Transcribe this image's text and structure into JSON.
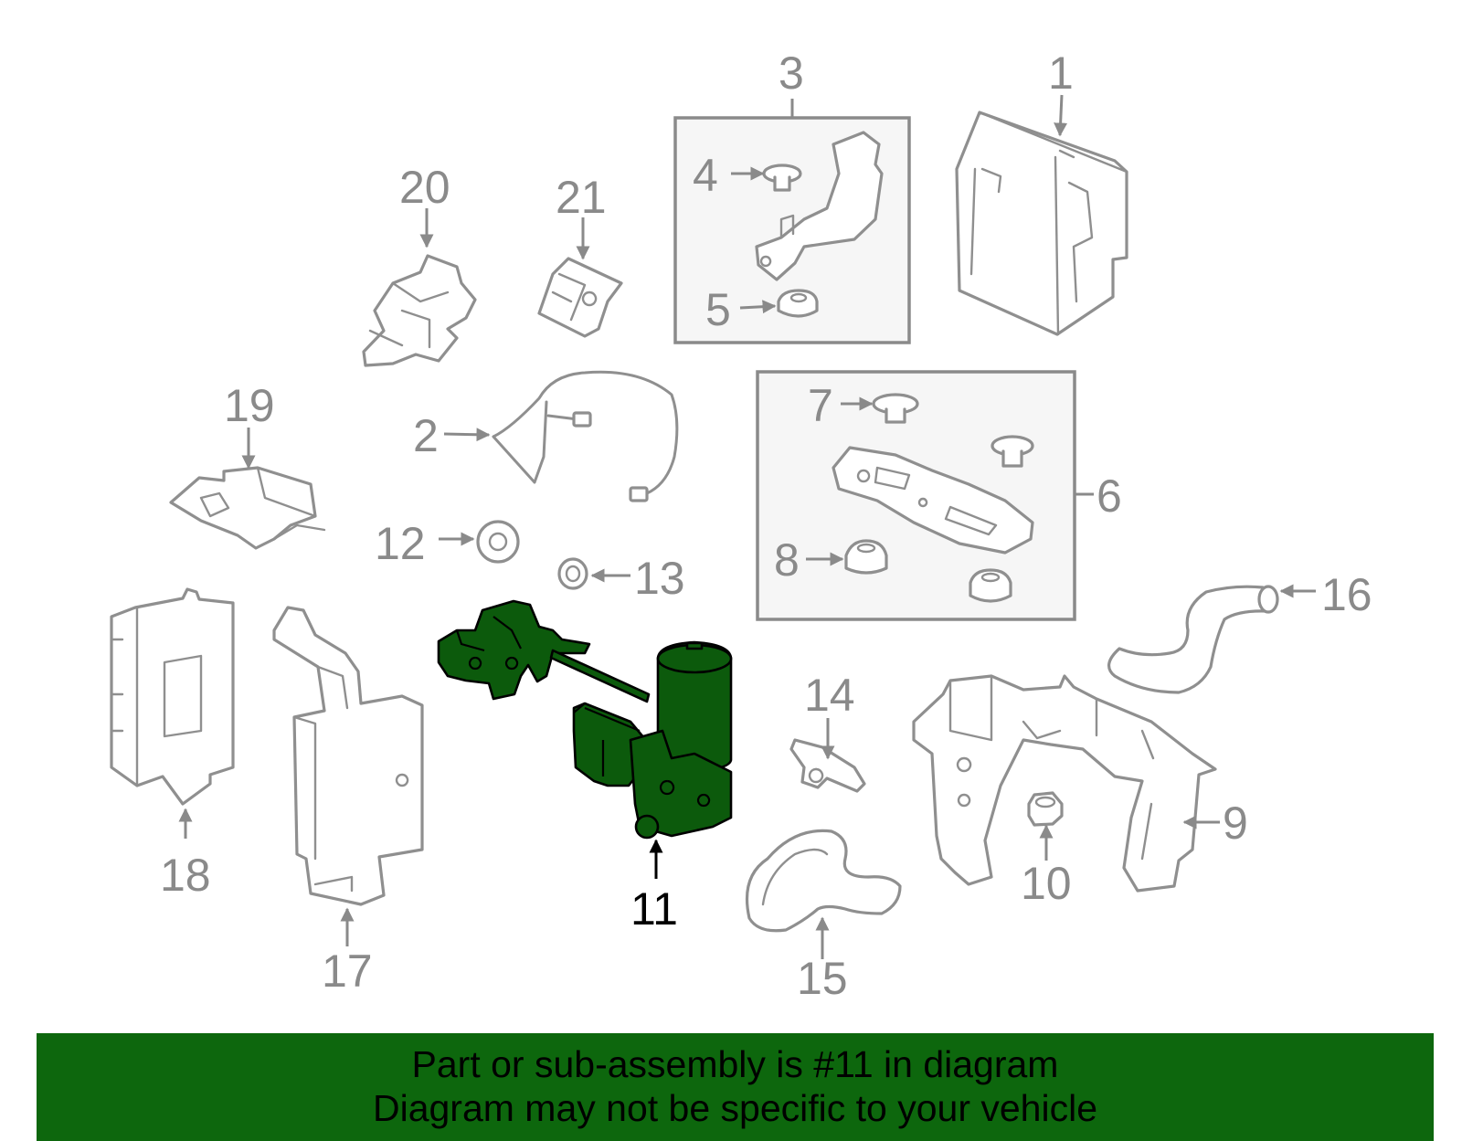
{
  "diagram": {
    "callouts": [
      {
        "id": "1",
        "label": "1"
      },
      {
        "id": "2",
        "label": "2"
      },
      {
        "id": "3",
        "label": "3"
      },
      {
        "id": "4",
        "label": "4"
      },
      {
        "id": "5",
        "label": "5"
      },
      {
        "id": "6",
        "label": "6"
      },
      {
        "id": "7",
        "label": "7"
      },
      {
        "id": "8",
        "label": "8"
      },
      {
        "id": "9",
        "label": "9"
      },
      {
        "id": "10",
        "label": "10"
      },
      {
        "id": "11",
        "label": "11"
      },
      {
        "id": "12",
        "label": "12"
      },
      {
        "id": "13",
        "label": "13"
      },
      {
        "id": "14",
        "label": "14"
      },
      {
        "id": "15",
        "label": "15"
      },
      {
        "id": "16",
        "label": "16"
      },
      {
        "id": "17",
        "label": "17"
      },
      {
        "id": "18",
        "label": "18"
      },
      {
        "id": "19",
        "label": "19"
      },
      {
        "id": "20",
        "label": "20"
      },
      {
        "id": "21",
        "label": "21"
      }
    ],
    "highlighted_part": "11",
    "colors": {
      "highlight_fill": "#0c5a0c",
      "banner_background": "#0d670d",
      "part_stroke": "#8f8f8f",
      "label_color": "#8a8a8a"
    }
  },
  "banner": {
    "line1": "Part or sub-assembly is #11 in diagram",
    "line2": "Diagram may not be specific to your vehicle"
  }
}
